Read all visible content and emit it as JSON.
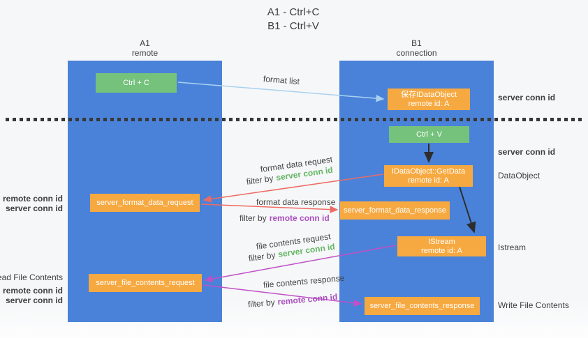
{
  "title": {
    "line1": "A1 - Ctrl+C",
    "line2": "B1 - Ctrl+V"
  },
  "lanes": {
    "a": {
      "name": "A1",
      "subtitle": "remote"
    },
    "b": {
      "name": "B1",
      "subtitle": "connection"
    }
  },
  "nodes": {
    "ctrl_c": {
      "label": "Ctrl + C"
    },
    "save_idataobject": {
      "line1": "保存IDataObject",
      "line2": "remote id: A"
    },
    "ctrl_v": {
      "label": "Ctrl + V"
    },
    "getdata": {
      "line1": "IDataObject::GetData",
      "line2": "remote id: A"
    },
    "format_request": {
      "label": "server_format_data_request"
    },
    "format_response": {
      "label": "server_format_data_response"
    },
    "istream": {
      "line1": "IStream",
      "line2": "remote id: A"
    },
    "file_request": {
      "label": "server_file_contents_request"
    },
    "file_response": {
      "label": "server_file_contents_response"
    }
  },
  "arrow_labels": {
    "format_list": "format list",
    "format_data_request": "format data request",
    "format_data_response": "format data response",
    "file_contents_request": "file contents request",
    "file_contents_response": "file contents response",
    "filter_by": "filter by",
    "server_conn_id": "server conn id",
    "remote_conn_id": "remote conn id"
  },
  "side_labels": {
    "left": {
      "remote_conn_id": "remote conn id",
      "server_conn_id": "server conn id",
      "read_file_contents": "Read File Contents"
    },
    "right": {
      "server_conn_id": "server conn id",
      "dataobject": "DataObject",
      "istream": "Istream",
      "write_file_contents": "Write File Contents"
    }
  },
  "colors": {
    "lane_blue": "#4a82d9",
    "node_green": "#75c27c",
    "node_orange": "#f7a941",
    "arrow_red": "#ed6b63",
    "arrow_magenta": "#c050c8",
    "arrow_lightblue": "#a9d2f0",
    "arrow_black": "#2d2d2d",
    "text_green": "#63b663",
    "text_purple": "#aa4fbf"
  }
}
